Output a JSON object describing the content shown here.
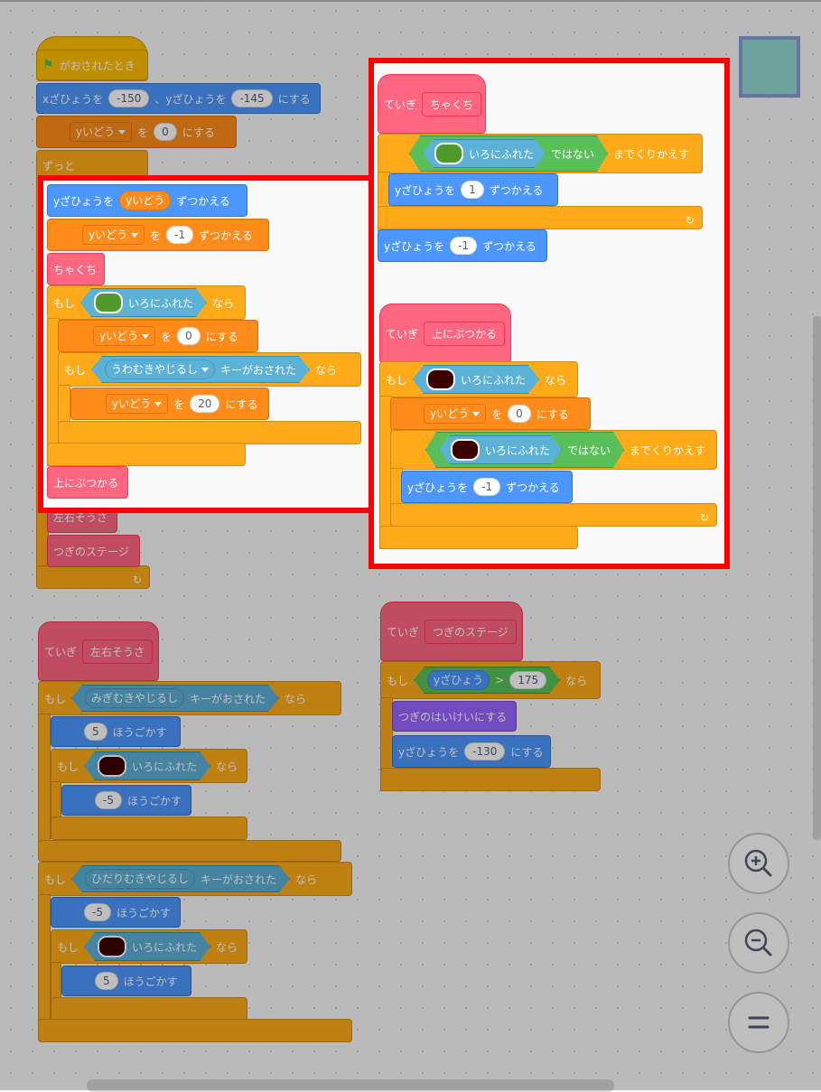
{
  "colors": {
    "motion": "#4c97ff",
    "control": "#ffab19",
    "variables": "#ff8c1a",
    "myblocks": "#ff6680",
    "sensing": "#5cb1d6",
    "operators": "#59c059",
    "looks": "#9966ff",
    "events": "#ffbf00",
    "highlight": "#ff0000",
    "green_swatch": "#4e9a2a",
    "dark_swatch": "#3d0000"
  },
  "icons": {
    "flag": "green-flag-icon",
    "loop": "loop-arrow-icon",
    "zoom_in": "zoom-in-icon",
    "zoom_out": "zoom-out-icon",
    "zoom_reset": "zoom-reset-icon"
  },
  "script1": {
    "hat": "がおされたとき",
    "goto": {
      "a": "xざひょうを",
      "x": "-150",
      "b": "、yざひょうを",
      "y": "-145",
      "c": "にする"
    },
    "setv": {
      "var": "yいどう",
      "a": "を",
      "val": "0",
      "b": "にする"
    },
    "forever": "ずっと",
    "changey": {
      "a": "yざひょうを",
      "var": "yいどう",
      "b": "ずつかえる"
    },
    "changev": {
      "var": "yいどう",
      "a": "を",
      "val": "-1",
      "b": "ずつかえる"
    },
    "call1": "ちゃくち",
    "if1": {
      "a": "もし",
      "cond": "いろにふれた",
      "b": "なら"
    },
    "setv2": {
      "var": "yいどう",
      "a": "を",
      "val": "0",
      "b": "にする"
    },
    "if2": {
      "a": "もし",
      "key": "うわむきやじるし",
      "cond": "キーがおされた",
      "b": "なら"
    },
    "setv3": {
      "var": "yいどう",
      "a": "を",
      "val": "20",
      "b": "にする"
    },
    "call2": "上にぶつかる",
    "call3": "左右そうさ",
    "call4": "つぎのステージ"
  },
  "script2": {
    "def": {
      "a": "ていぎ",
      "name": "ちゃくち"
    },
    "until": {
      "cond": "いろにふれた",
      "not": "ではない",
      "b": "までくりかえす"
    },
    "changey": {
      "a": "yざひょうを",
      "val": "1",
      "b": "ずつかえる"
    },
    "changey2": {
      "a": "yざひょうを",
      "val": "-1",
      "b": "ずつかえる"
    }
  },
  "script3": {
    "def": {
      "a": "ていぎ",
      "name": "上にぶつかる"
    },
    "if1": {
      "a": "もし",
      "cond": "いろにふれた",
      "b": "なら"
    },
    "setv": {
      "var": "yいどう",
      "a": "を",
      "val": "0",
      "b": "にする"
    },
    "until": {
      "cond": "いろにふれた",
      "not": "ではない",
      "b": "までくりかえす"
    },
    "changey": {
      "a": "yざひょうを",
      "val": "-1",
      "b": "ずつかえる"
    }
  },
  "script4": {
    "def": {
      "a": "ていぎ",
      "name": "左右そうさ"
    },
    "if1": {
      "a": "もし",
      "key": "みぎむきやじるし",
      "cond": "キーがおされた",
      "b": "なら"
    },
    "move1": {
      "val": "5",
      "b": "ほうごかす"
    },
    "if2": {
      "a": "もし",
      "cond": "いろにふれた",
      "b": "なら"
    },
    "move2": {
      "val": "-5",
      "b": "ほうごかす"
    },
    "if3": {
      "a": "もし",
      "key": "ひだりむきやじるし",
      "cond": "キーがおされた",
      "b": "なら"
    },
    "move3": {
      "val": "-5",
      "b": "ほうごかす"
    },
    "if4": {
      "a": "もし",
      "cond": "いろにふれた",
      "b": "なら"
    },
    "move4": {
      "val": "5",
      "b": "ほうごかす"
    }
  },
  "script5": {
    "def": {
      "a": "ていぎ",
      "name": "つぎのステージ"
    },
    "if1": {
      "a": "もし",
      "reporter": "yざひょう",
      "op": ">",
      "val": "175",
      "b": "なら"
    },
    "backdrop": "つぎのはいけいにする",
    "sety": {
      "a": "yざひょうを",
      "val": "-130",
      "b": "にする"
    }
  }
}
